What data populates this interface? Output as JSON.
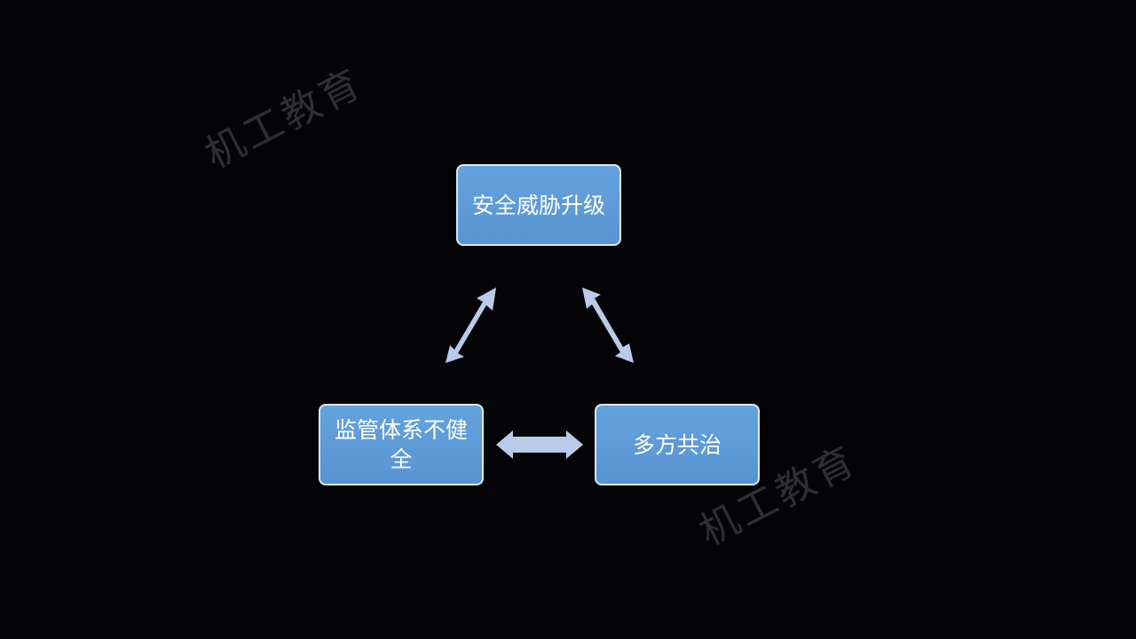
{
  "diagram": {
    "nodes": {
      "top": "安全威胁升级",
      "bottom_left": "监管体系不健全",
      "bottom_right": "多方共治"
    },
    "colors": {
      "background": "#040407",
      "node_fill": "#5b9bd5",
      "node_border": "#dfe7f2",
      "arrow_fill": "#b4c7e7"
    }
  },
  "watermarks": [
    "机工教育",
    "机工教育"
  ]
}
